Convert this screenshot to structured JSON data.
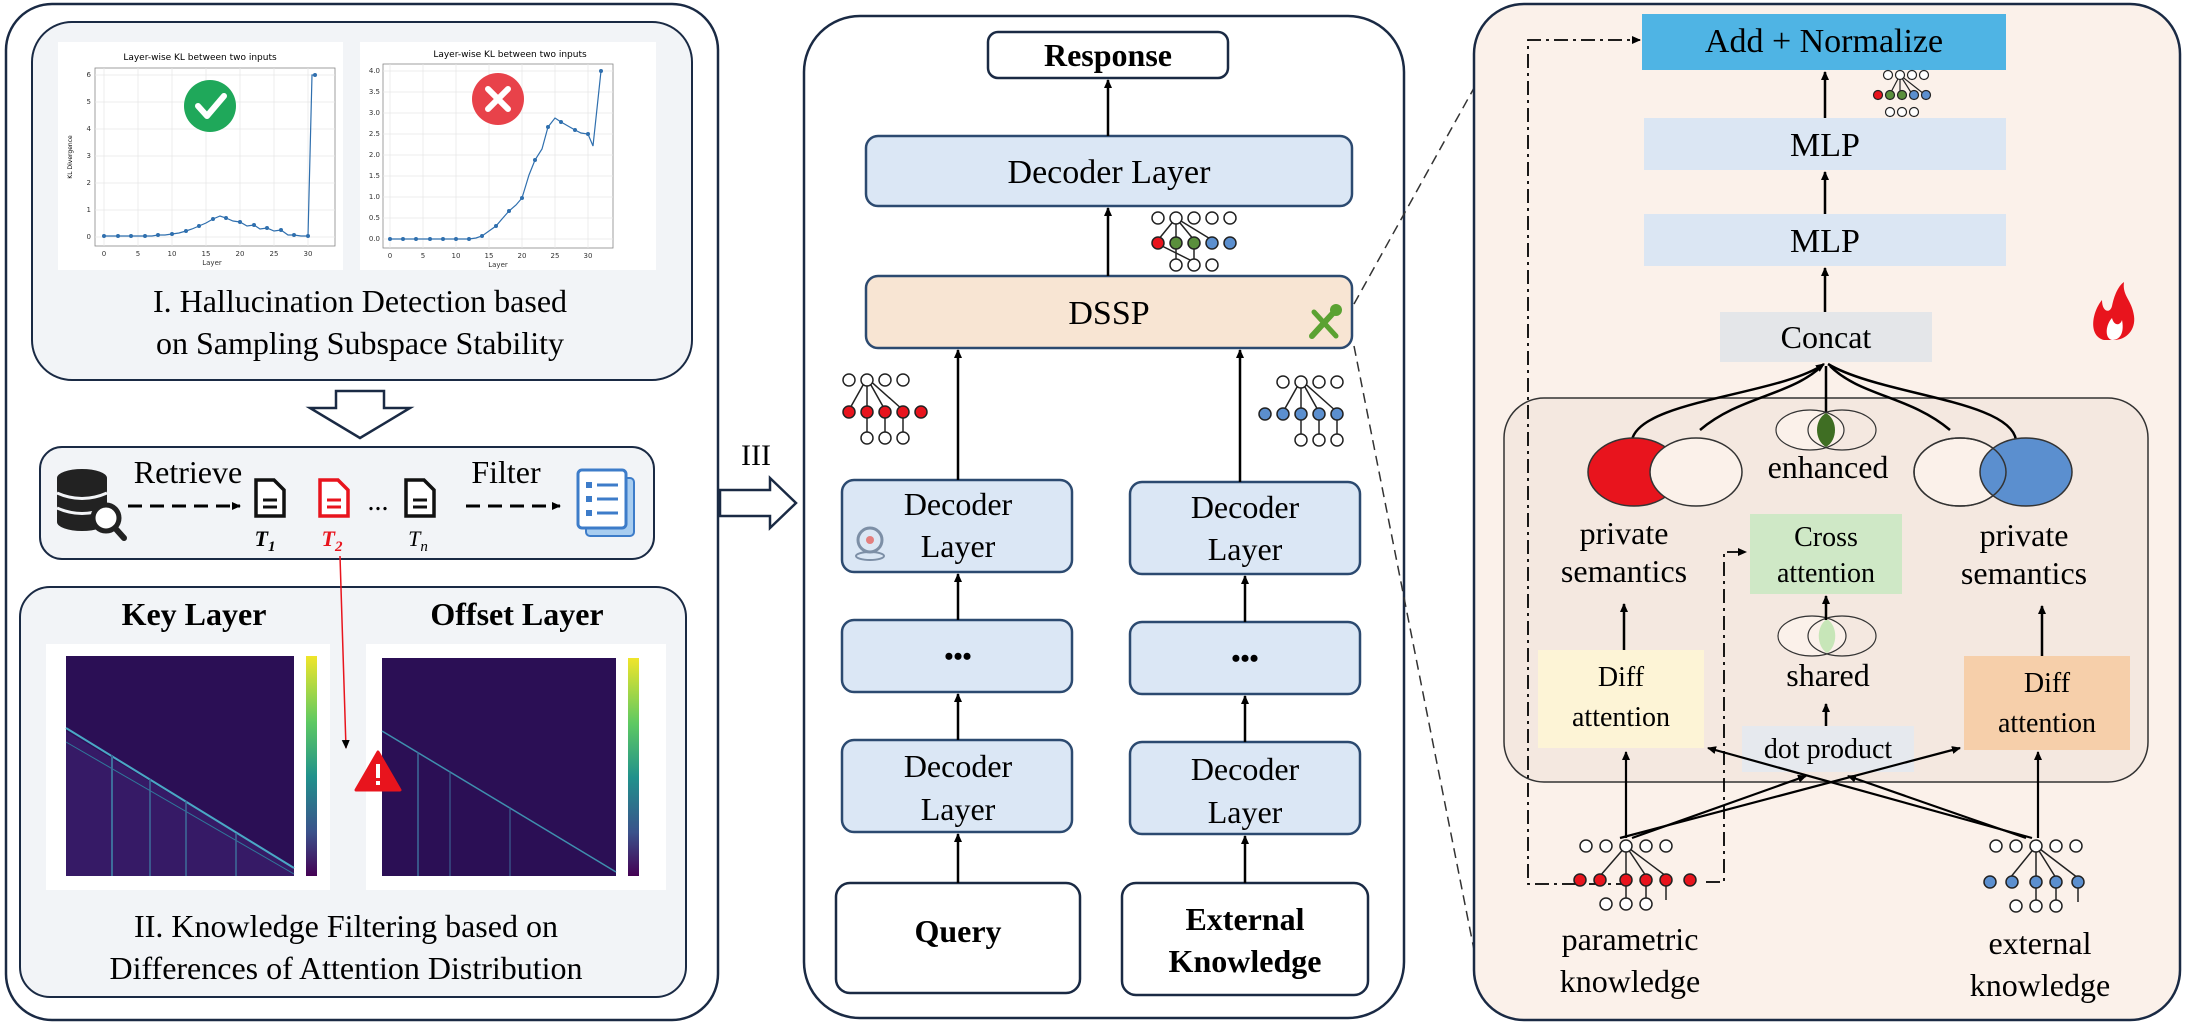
{
  "left_panel": {
    "detection_caption_line1": "I. Hallucination Detection based",
    "detection_caption_line2": "on Sampling Subspace Stability",
    "kl_plot_title": "Layer-wise KL between two inputs",
    "kl_plot_ylabel": "KL Divergence",
    "kl_plot_xlabel": "Layer",
    "kl_x_ticks": [
      "0",
      "5",
      "10",
      "15",
      "20",
      "25",
      "30"
    ],
    "kl_left_y_ticks": [
      "0",
      "1",
      "2",
      "3",
      "4",
      "5",
      "6"
    ],
    "kl_right_y_ticks": [
      "0.0",
      "0.5",
      "1.0",
      "1.5",
      "2.0",
      "2.5",
      "3.0",
      "3.5",
      "4.0"
    ],
    "retrieve_label": "Retrieve",
    "filter_label": "Filter",
    "doc_labels": [
      "T",
      "T",
      "T"
    ],
    "doc_subscripts": [
      "1",
      "2",
      "n"
    ],
    "ellipsis": "...",
    "key_layer_title": "Key Layer",
    "offset_layer_title": "Offset Layer",
    "filtering_caption_line1": "II. Knowledge Filtering based on",
    "filtering_caption_line2": "Differences of Attention Distribution"
  },
  "arrow_label": "III",
  "middle_panel": {
    "response": "Response",
    "top_decoder": "Decoder Layer",
    "dssp": "DSSP",
    "left_decoder_upper_line1": "Decoder",
    "left_decoder_upper_line2": "Layer",
    "right_decoder_upper_line1": "Decoder",
    "right_decoder_upper_line2": "Layer",
    "ellipsis": "•••",
    "left_decoder_lower_line1": "Decoder",
    "left_decoder_lower_line2": "Layer",
    "right_decoder_lower_line1": "Decoder",
    "right_decoder_lower_line2": "Layer",
    "query": "Query",
    "external_line1": "External",
    "external_line2": "Knowledge"
  },
  "right_panel": {
    "add_normalize": "Add + Normalize",
    "mlp_top": "MLP",
    "mlp_bottom": "MLP",
    "concat": "Concat",
    "enhanced": "enhanced",
    "cross_attention_line1": "Cross",
    "cross_attention_line2": "attention",
    "private_left_line1": "private",
    "private_left_line2": "semantics",
    "private_right_line1": "private",
    "private_right_line2": "semantics",
    "shared": "shared",
    "diff_left_line1": "Diff",
    "diff_left_line2": "attention",
    "diff_right_line1": "Diff",
    "diff_right_line2": "attention",
    "dot_product": "dot product",
    "parametric_line1": "parametric",
    "parametric_line2": "knowledge",
    "external_line1": "external",
    "external_line2": "knowledge"
  },
  "colors": {
    "panel_border": "#1a2a44",
    "blue_box": "#dbe7f5",
    "blue_box_border": "#2c4a70",
    "dssp_fill": "#f8e5d3",
    "add_norm_fill": "#4fb4e4",
    "mlp_fill": "#dbe6f3",
    "concat_fill": "#e4e6e9",
    "cross_fill": "#cfe8c6",
    "diff_left_fill": "#fdf4d6",
    "diff_right_fill": "#f6cfaa",
    "dot_fill": "#e6e9ee",
    "red_node": "#e8141d",
    "blue_node": "#5b8fcf",
    "green_node": "#5a8f3c",
    "check_green": "#1fa85a",
    "cross_red": "#e8424a",
    "heatmap_dark": "#2b0f55",
    "right_panel_fill": "#fbf1ea"
  },
  "icons": [
    "check-icon",
    "error-icon",
    "database-search-icon",
    "document-icon",
    "checklist-icon",
    "warning-icon",
    "location-icon",
    "wrench-icon",
    "fire-icon"
  ]
}
